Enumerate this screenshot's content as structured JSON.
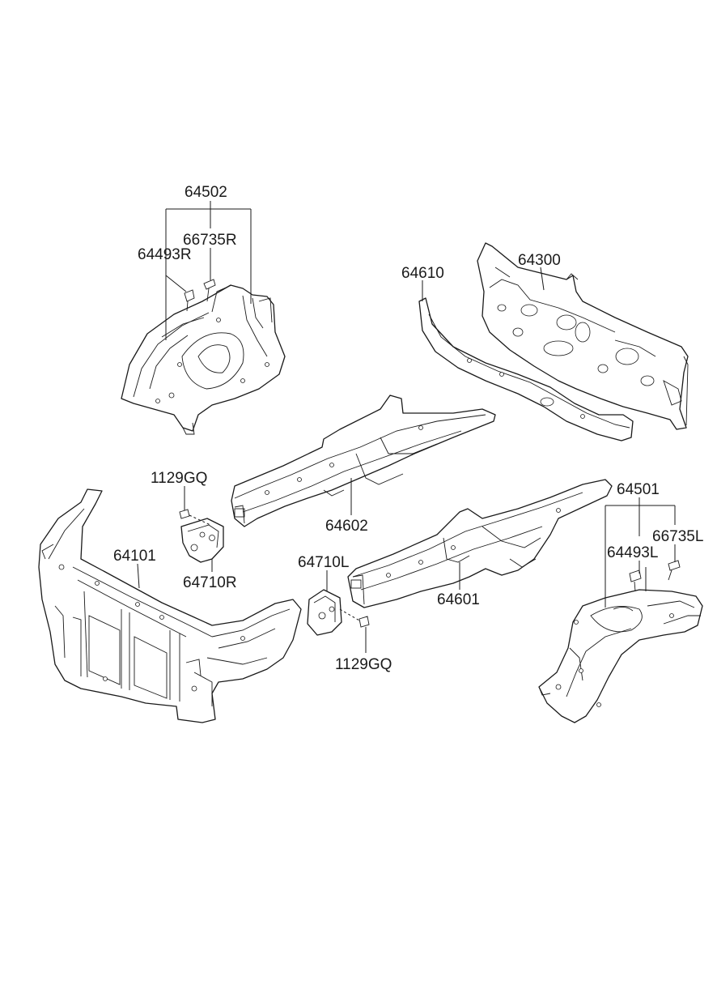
{
  "diagram": {
    "labels": {
      "l64502": "64502",
      "l66735R": "66735R",
      "l64493R": "64493R",
      "l64610": "64610",
      "l64300": "64300",
      "l1129GQ_top": "1129GQ",
      "l64602": "64602",
      "l64501": "64501",
      "l66735L": "66735L",
      "l64493L": "64493L",
      "l64101": "64101",
      "l64710L": "64710L",
      "l64710R": "64710R",
      "l64601": "64601",
      "l1129GQ_bottom": "1129GQ"
    }
  }
}
